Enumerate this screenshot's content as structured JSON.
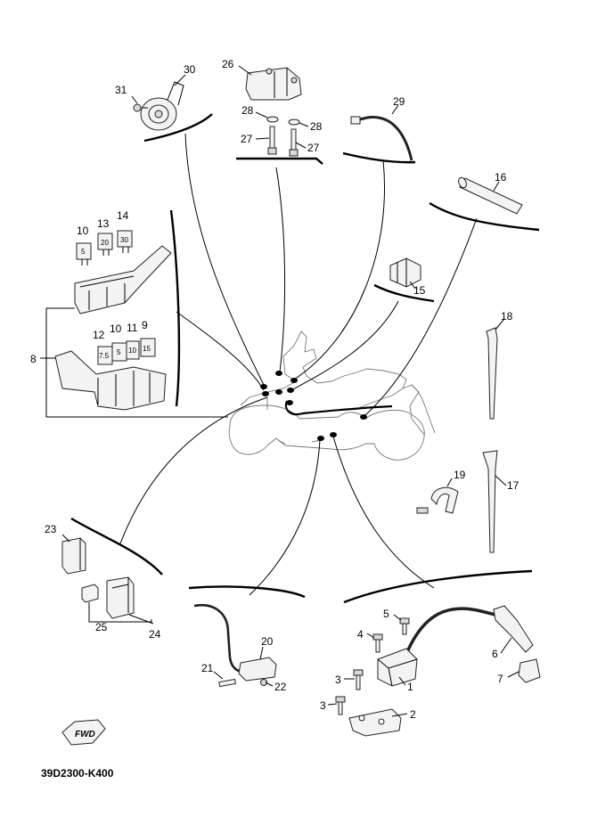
{
  "diagram_code": "39D2300-K400",
  "fwd_label": "FWD",
  "callouts": {
    "c1": "1",
    "c2": "2",
    "c3a": "3",
    "c3b": "3",
    "c4": "4",
    "c5": "5",
    "c6": "6",
    "c7": "7",
    "c8": "8",
    "c9": "9",
    "c10a": "10",
    "c10b": "10",
    "c11": "11",
    "c12": "12",
    "c13": "13",
    "c14": "14",
    "c15": "15",
    "c16": "16",
    "c17": "17",
    "c18": "18",
    "c19": "19",
    "c20": "20",
    "c21": "21",
    "c22": "22",
    "c23": "23",
    "c24": "24",
    "c25": "25",
    "c26": "26",
    "c27a": "27",
    "c27b": "27",
    "c28a": "28",
    "c28b": "28",
    "c29": "29",
    "c30": "30",
    "c31": "31"
  },
  "fuse_values": {
    "top_a": "5",
    "top_b": "20",
    "top_c": "30",
    "bot_a": "7.5",
    "bot_b": "5",
    "bot_c": "10",
    "bot_d": "15"
  }
}
